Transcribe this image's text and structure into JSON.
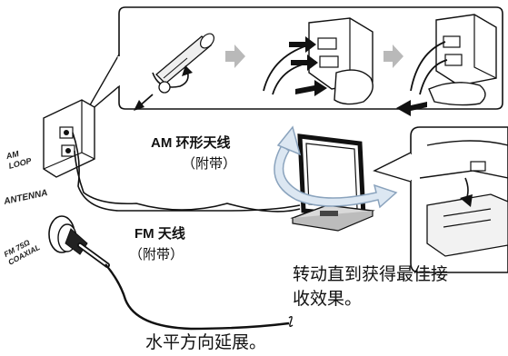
{
  "connector": {
    "am_label_line1": "AM",
    "am_label_line2": "LOOP",
    "antenna_label": "ANTENNA",
    "fm_label_line1": "FM 75Ω",
    "fm_label_line2": "COAXIAL"
  },
  "am_antenna": {
    "title": "AM 环形天线",
    "note": "（附带）"
  },
  "fm_antenna": {
    "title": "FM 天线",
    "note": "（附带）"
  },
  "captions": {
    "rotate_line1": "转动直到获得最佳接",
    "rotate_line2": "收效果。",
    "extend": "水平方向延展。"
  },
  "colors": {
    "arrow_gray": "#b9b9b9",
    "rotate_arrow_fill": "#dce7f2",
    "rotate_arrow_stroke": "#8aa3bd",
    "line": "#111111",
    "shade": "#d9d9d9"
  }
}
